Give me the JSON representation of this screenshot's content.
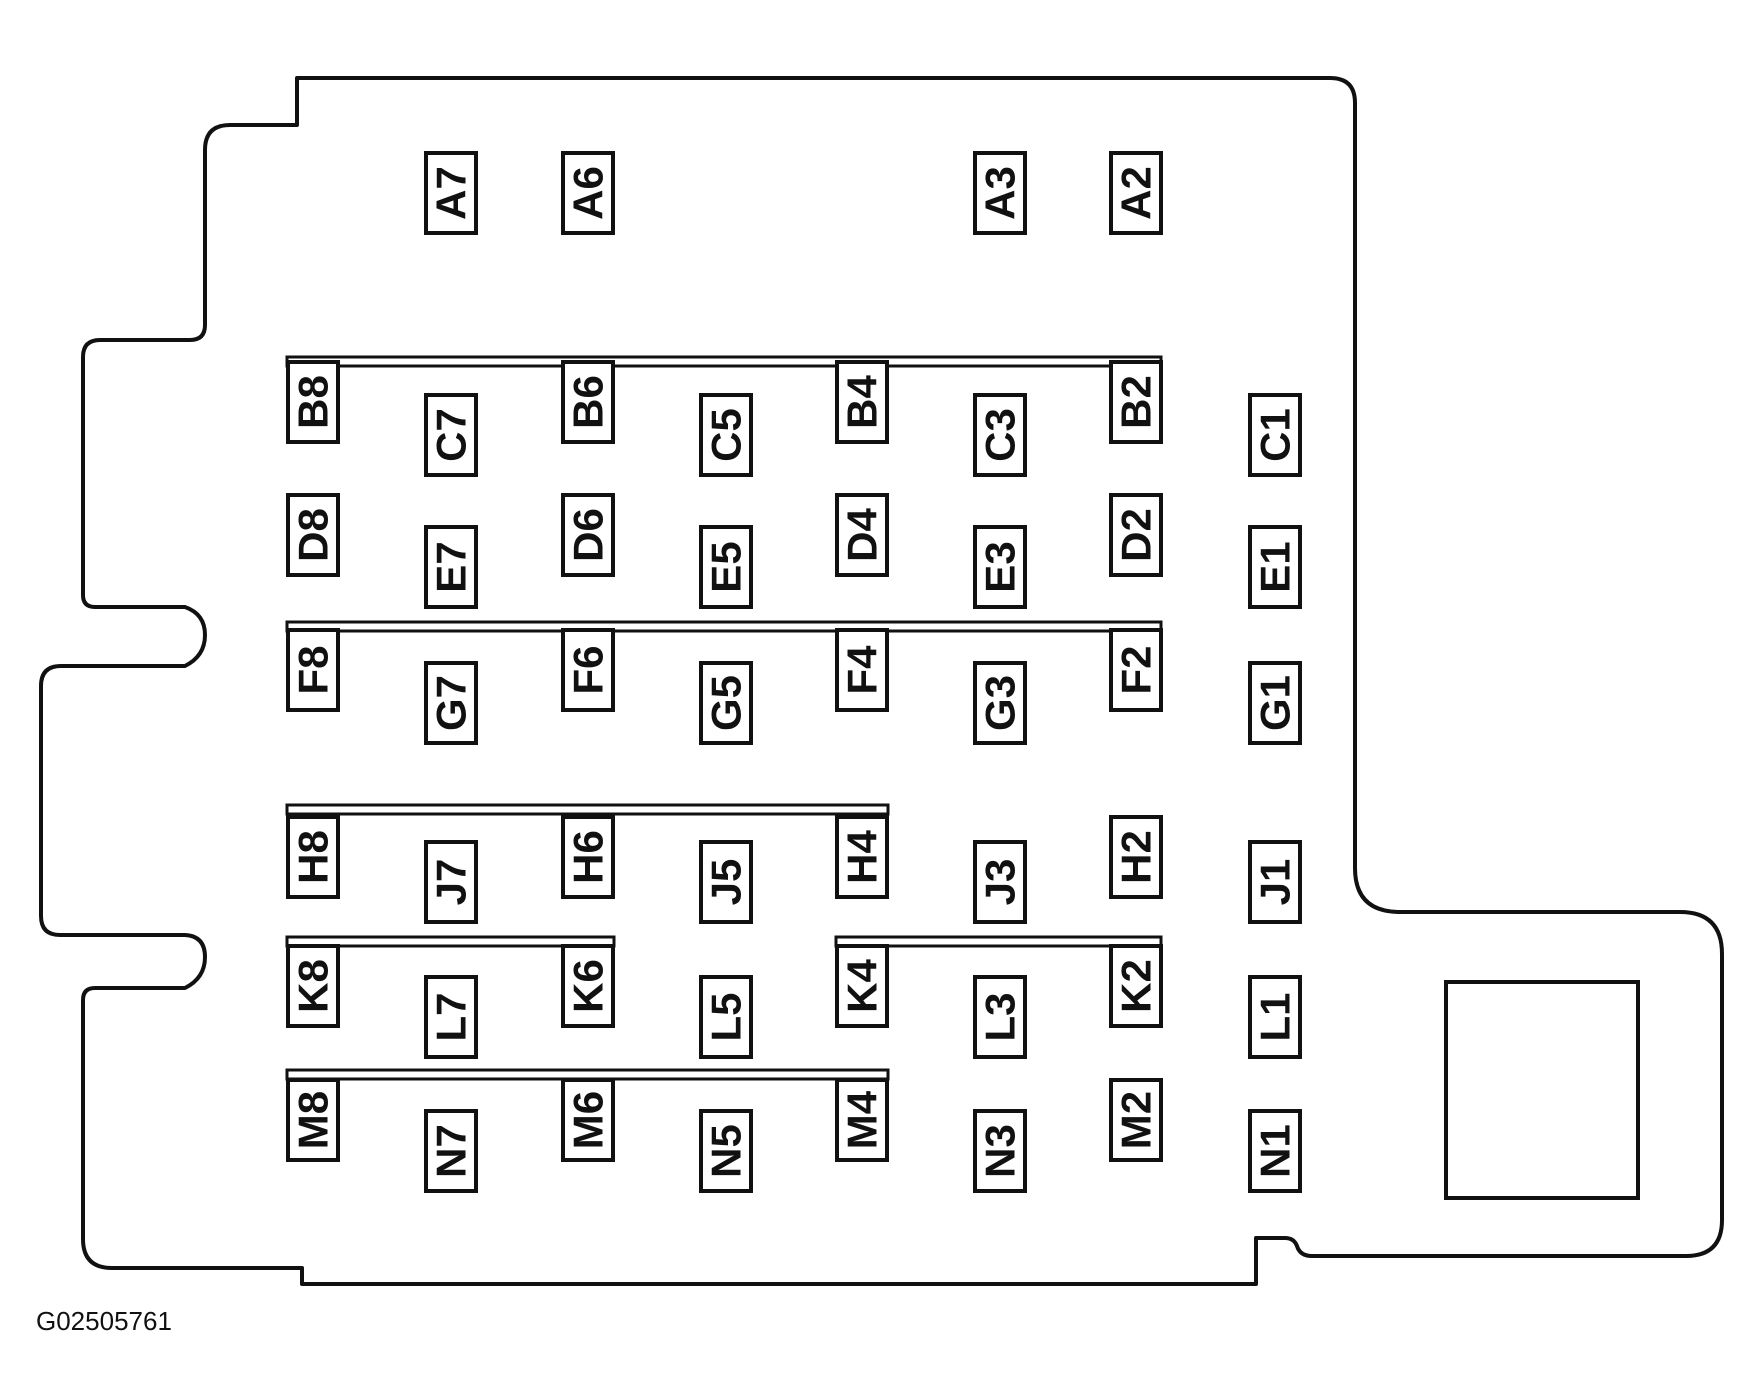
{
  "figure_id": "G02505761",
  "colors": {
    "line": "#111111",
    "background": "#ffffff"
  },
  "rows": [
    {
      "name": "A",
      "positions": [
        {
          "label": "A7",
          "col": 7
        },
        {
          "label": "A6",
          "col": 6
        },
        {
          "label": "A3",
          "col": 3
        },
        {
          "label": "A2",
          "col": 2
        }
      ]
    },
    {
      "name": "B",
      "positions": [
        {
          "label": "B8",
          "col": 8
        },
        {
          "label": "B6",
          "col": 6
        },
        {
          "label": "B4",
          "col": 4
        },
        {
          "label": "B2",
          "col": 2
        }
      ]
    },
    {
      "name": "C",
      "positions": [
        {
          "label": "C7",
          "col": 7
        },
        {
          "label": "C5",
          "col": 5
        },
        {
          "label": "C3",
          "col": 3
        },
        {
          "label": "C1",
          "col": 1
        }
      ]
    },
    {
      "name": "D",
      "positions": [
        {
          "label": "D8",
          "col": 8
        },
        {
          "label": "D6",
          "col": 6
        },
        {
          "label": "D4",
          "col": 4
        },
        {
          "label": "D2",
          "col": 2
        }
      ]
    },
    {
      "name": "E",
      "positions": [
        {
          "label": "E7",
          "col": 7
        },
        {
          "label": "E5",
          "col": 5
        },
        {
          "label": "E3",
          "col": 3
        },
        {
          "label": "E1",
          "col": 1
        }
      ]
    },
    {
      "name": "F",
      "positions": [
        {
          "label": "F8",
          "col": 8
        },
        {
          "label": "F6",
          "col": 6
        },
        {
          "label": "F4",
          "col": 4
        },
        {
          "label": "F2",
          "col": 2
        }
      ]
    },
    {
      "name": "G",
      "positions": [
        {
          "label": "G7",
          "col": 7
        },
        {
          "label": "G5",
          "col": 5
        },
        {
          "label": "G3",
          "col": 3
        },
        {
          "label": "G1",
          "col": 1
        }
      ]
    },
    {
      "name": "H",
      "positions": [
        {
          "label": "H8",
          "col": 8
        },
        {
          "label": "H6",
          "col": 6
        },
        {
          "label": "H4",
          "col": 4
        },
        {
          "label": "H2",
          "col": 2
        }
      ]
    },
    {
      "name": "J",
      "positions": [
        {
          "label": "J7",
          "col": 7
        },
        {
          "label": "J5",
          "col": 5
        },
        {
          "label": "J3",
          "col": 3
        },
        {
          "label": "J1",
          "col": 1
        }
      ]
    },
    {
      "name": "K",
      "positions": [
        {
          "label": "K8",
          "col": 8
        },
        {
          "label": "K6",
          "col": 6
        },
        {
          "label": "K4",
          "col": 4
        },
        {
          "label": "K2",
          "col": 2
        }
      ]
    },
    {
      "name": "L",
      "positions": [
        {
          "label": "L7",
          "col": 7
        },
        {
          "label": "L5",
          "col": 5
        },
        {
          "label": "L3",
          "col": 3
        },
        {
          "label": "L1",
          "col": 1
        }
      ]
    },
    {
      "name": "M",
      "positions": [
        {
          "label": "M8",
          "col": 8
        },
        {
          "label": "M6",
          "col": 6
        },
        {
          "label": "M4",
          "col": 4
        },
        {
          "label": "M2",
          "col": 2
        }
      ]
    },
    {
      "name": "N",
      "positions": [
        {
          "label": "N7",
          "col": 7
        },
        {
          "label": "N5",
          "col": 5
        },
        {
          "label": "N3",
          "col": 3
        },
        {
          "label": "N1",
          "col": 1
        }
      ]
    }
  ]
}
